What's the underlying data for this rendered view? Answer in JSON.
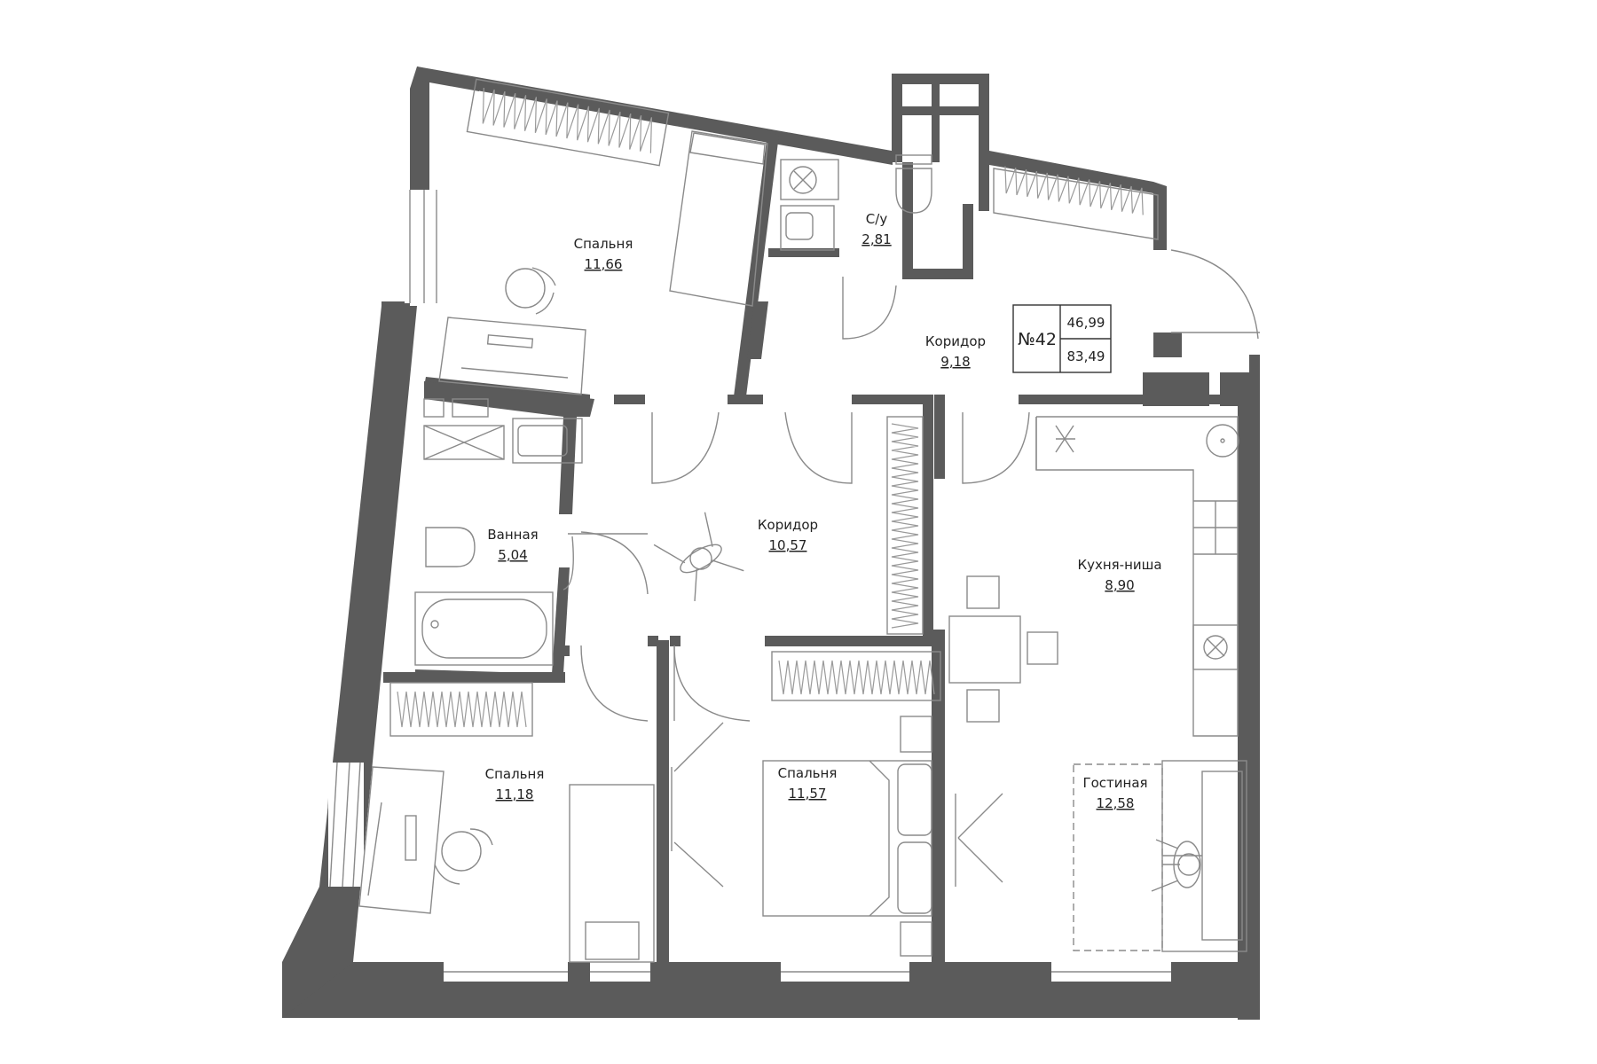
{
  "plan": {
    "apartment_no": "№42",
    "living_area": "46,99",
    "total_area": "83,49"
  },
  "rooms": {
    "bedroom_top": {
      "name": "Спальня",
      "area": "11,66"
    },
    "wc": {
      "name": "С/у",
      "area": "2,81"
    },
    "hall_top": {
      "name": "Коридор",
      "area": "9,18"
    },
    "bathroom": {
      "name": "Ванная",
      "area": "5,04"
    },
    "hall_center": {
      "name": "Коридор",
      "area": "10,57"
    },
    "kitchen": {
      "name": "Кухня-ниша",
      "area": "8,90"
    },
    "bedroom_left": {
      "name": "Спальня",
      "area": "11,18"
    },
    "bedroom_middle": {
      "name": "Спальня",
      "area": "11,57"
    },
    "living": {
      "name": "Гостиная",
      "area": "12,58"
    }
  }
}
